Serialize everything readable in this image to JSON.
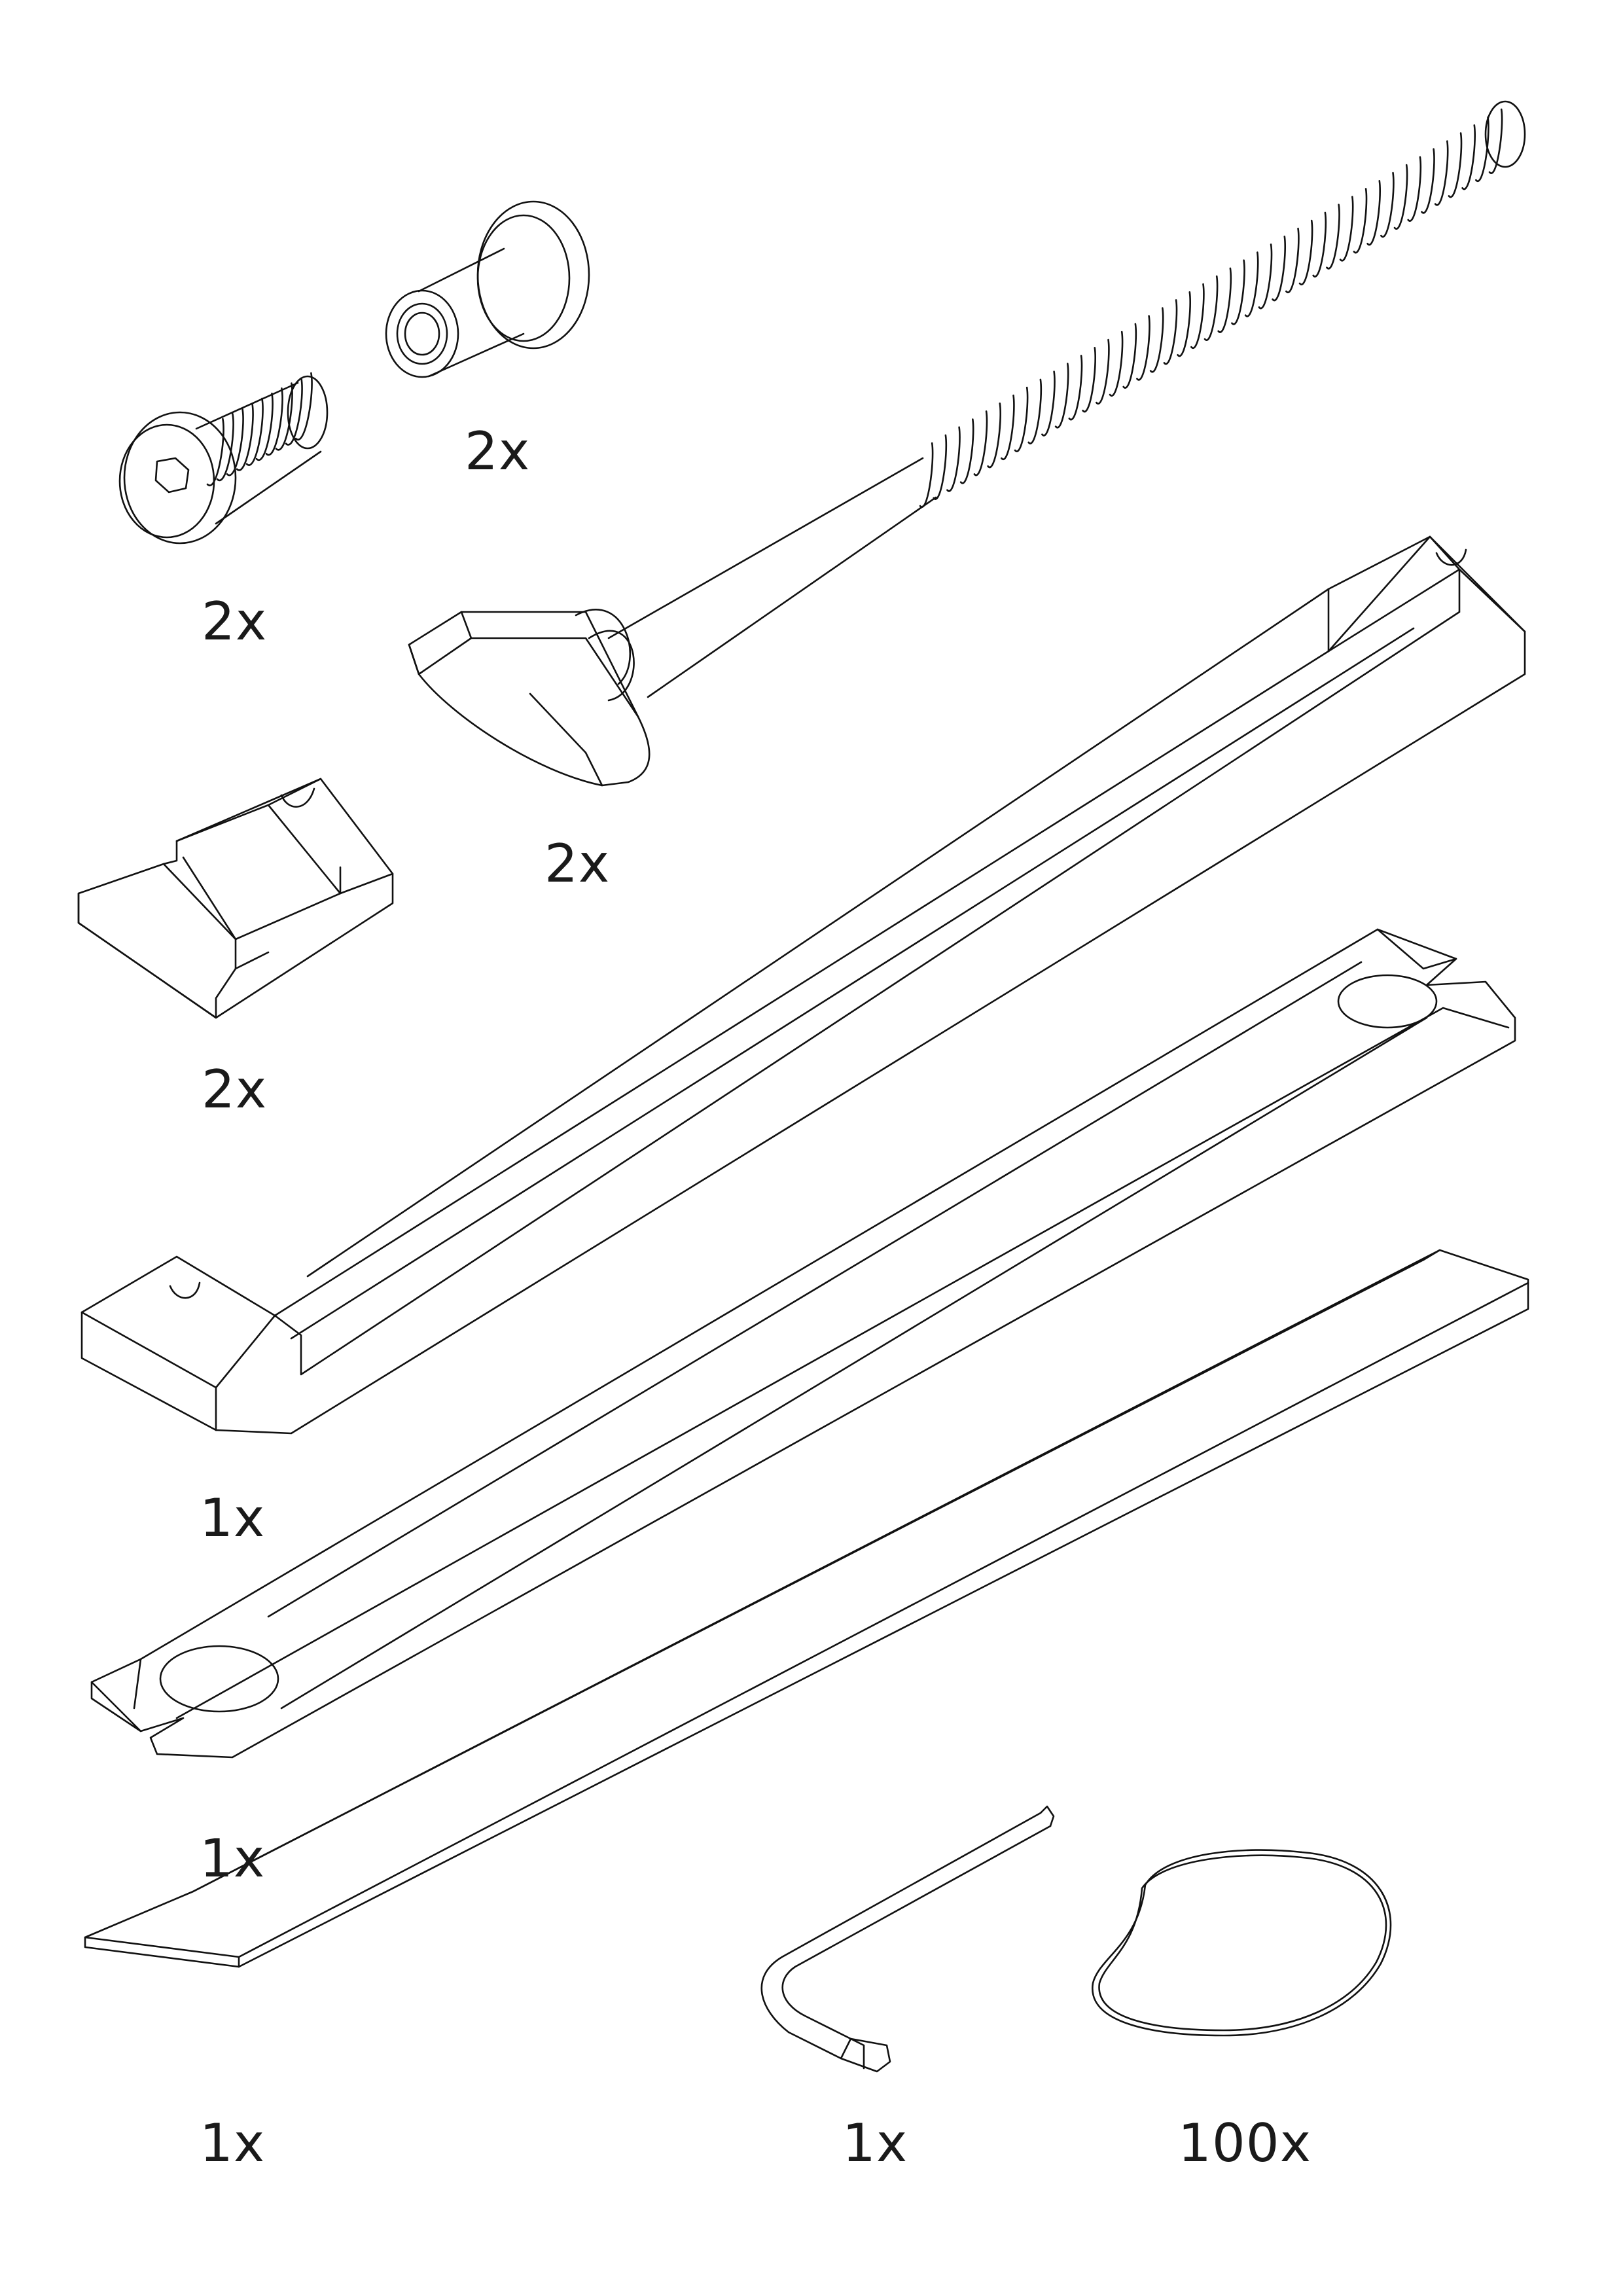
{
  "parts": [
    {
      "id": "bolt",
      "quantity": "2x"
    },
    {
      "id": "barrel-nut",
      "quantity": "2x"
    },
    {
      "id": "threaded-rod",
      "quantity": "2x"
    },
    {
      "id": "block",
      "quantity": "2x"
    },
    {
      "id": "rail",
      "quantity": "1x"
    },
    {
      "id": "slotted-bar",
      "quantity": "1x"
    },
    {
      "id": "flat-strip",
      "quantity": "1x"
    },
    {
      "id": "hex-key",
      "quantity": "1x"
    },
    {
      "id": "rubber-band",
      "quantity": "100x"
    }
  ]
}
